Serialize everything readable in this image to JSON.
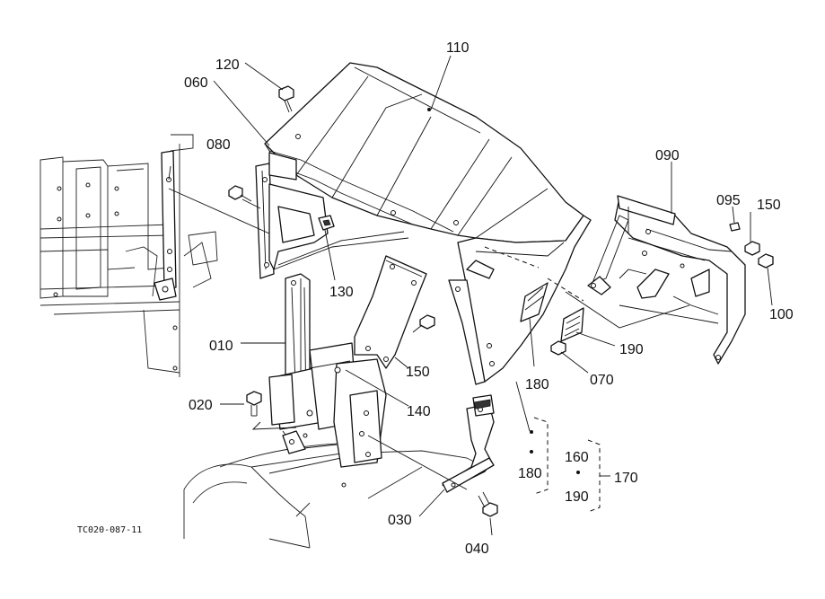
{
  "diagram_code": "TC020-087-11",
  "callouts": {
    "c110": "110",
    "c120": "120",
    "c060": "060",
    "c080": "080",
    "c130": "130",
    "c090": "090",
    "c095": "095",
    "c150a": "150",
    "c100": "100",
    "c190a": "190",
    "c070": "070",
    "c180a": "180",
    "c010": "010",
    "c150b": "150",
    "c140": "140",
    "c020": "020",
    "c180b": "180",
    "c160": "160",
    "c170": "170",
    "c190b": "190",
    "c030": "030",
    "c040": "040"
  }
}
